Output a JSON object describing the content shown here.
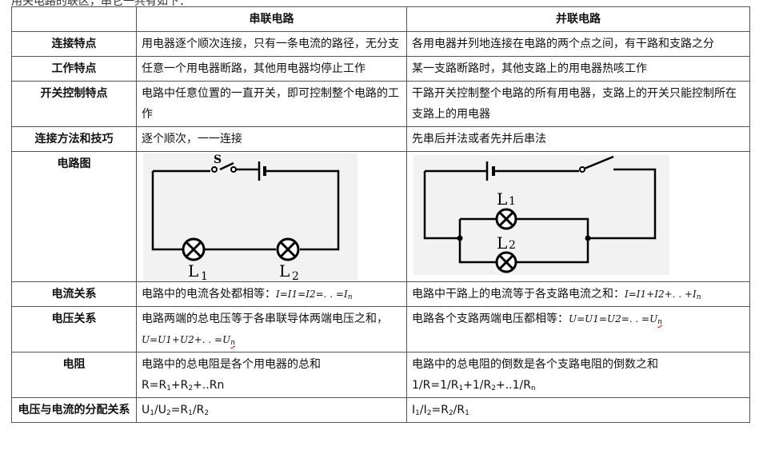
{
  "top_caption": "用关电路的联区，串它一共有如下：",
  "headers": {
    "col1": "",
    "col2": "串联电路",
    "col3": "并联电路"
  },
  "rows": {
    "connection": {
      "label": "连接特点",
      "series": "用电器逐个顺次连接，只有一条电流的路径，无分支",
      "parallel": "各用电器并列地连接在电路的两个点之间，有干路和支路之分"
    },
    "working": {
      "label": "工作特点",
      "series": "任意一个用电器断路，其他用电器均停止工作",
      "parallel": "某一支路断路时，其他支路上的用电器热咳工作"
    },
    "switch": {
      "label": "开关控制特点",
      "series": "电路中任意位置的一直开关，即可控制整个电路的工作",
      "parallel": "干路开关控制整个电路的所有用电器，支路上的开关只能控制所在支路上的用电器"
    },
    "method": {
      "label": "连接方法和技巧",
      "series": "逐个顺次，一一连接",
      "parallel": "先串后并法或者先并后串法"
    },
    "diagram": {
      "label": "电路图",
      "series_labels": {
        "switch": "S",
        "lamp1": "L",
        "lamp1_sub": "1",
        "lamp2": "L",
        "lamp2_sub": "2"
      },
      "parallel_labels": {
        "lamp1": "L",
        "lamp1_sub": "1",
        "lamp2": "L",
        "lamp2_sub": "2"
      }
    },
    "current": {
      "label": "电流关系",
      "series_text": "电路中的电流各处都相等：",
      "series_formula": "I=I1=I2=. . =I",
      "series_formula_sub": "n",
      "parallel_text": "电路中干路上的电流等于各支路电流之和：",
      "parallel_formula": "I=I1+I2+. . +I",
      "parallel_formula_sub": "n"
    },
    "voltage": {
      "label": "电压关系",
      "series_text": "电路两端的总电压等于各串联导体两端电压之和，",
      "series_formula": "U=U1+U2+. . =U",
      "series_formula_sub": "n",
      "parallel_text": "电路各个支路两端电压都相等：",
      "parallel_formula": "U=U1=U2=. . =U",
      "parallel_formula_sub": "n"
    },
    "resistance": {
      "label": "电阻",
      "series_text": "电路中的总电阻是各个用电器的总和",
      "series_formula": {
        "a": "R=R",
        "s1": "1",
        "b": "+R",
        "s2": "2",
        "c": "+..Rn"
      },
      "parallel_text": "电路中的总电阻的倒数是各个支路电阻的倒数之和",
      "parallel_formula": {
        "a": "1/R=1/R",
        "s1": "1",
        "b": "+1/R",
        "s2": "2",
        "c": "+..1/R",
        "s3": "n"
      }
    },
    "distribution": {
      "label": "电压与电流的分配关系",
      "series": {
        "a": "U",
        "s1": "1",
        "b": "/U",
        "s2": "2",
        "c": "=R",
        "s3": "1",
        "d": "/R",
        "s4": "2"
      },
      "parallel": {
        "a": "I",
        "s1": "1",
        "b": "/I",
        "s2": "2",
        "c": "=R",
        "s3": "2",
        "d": "/R",
        "s4": "1"
      }
    }
  }
}
